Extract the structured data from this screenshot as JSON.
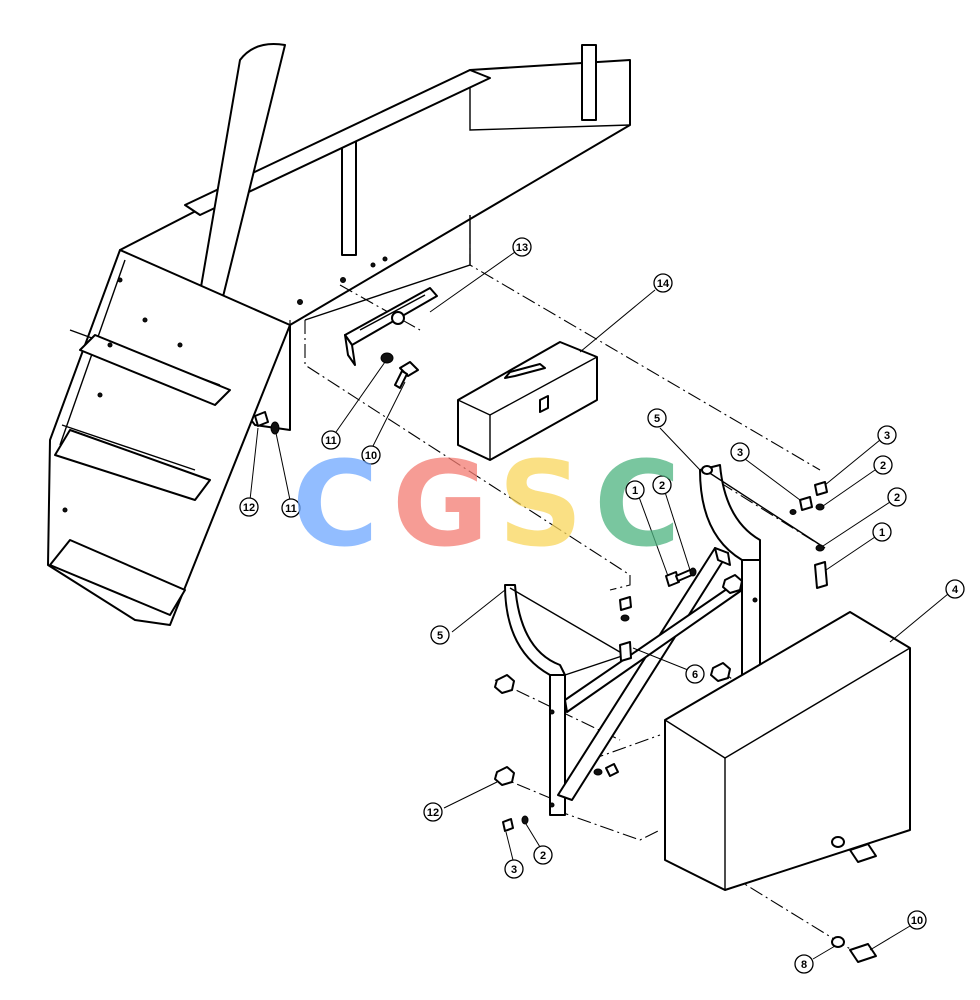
{
  "callouts": [
    {
      "num": "13"
    },
    {
      "num": "14"
    },
    {
      "num": "11"
    },
    {
      "num": "10"
    },
    {
      "num": "12"
    },
    {
      "num": "11"
    },
    {
      "num": "5"
    },
    {
      "num": "1"
    },
    {
      "num": "2"
    },
    {
      "num": "3"
    },
    {
      "num": "3"
    },
    {
      "num": "2"
    },
    {
      "num": "2"
    },
    {
      "num": "1"
    },
    {
      "num": "4"
    },
    {
      "num": "5"
    },
    {
      "num": "6"
    },
    {
      "num": "12"
    },
    {
      "num": "3"
    },
    {
      "num": "2"
    },
    {
      "num": "8"
    },
    {
      "num": "10"
    }
  ],
  "watermark": {
    "letters": [
      "C",
      "G",
      "S",
      "C"
    ],
    "colors": [
      "#6EA8FF",
      "#F47C72",
      "#F9D65C",
      "#4DB380"
    ]
  }
}
